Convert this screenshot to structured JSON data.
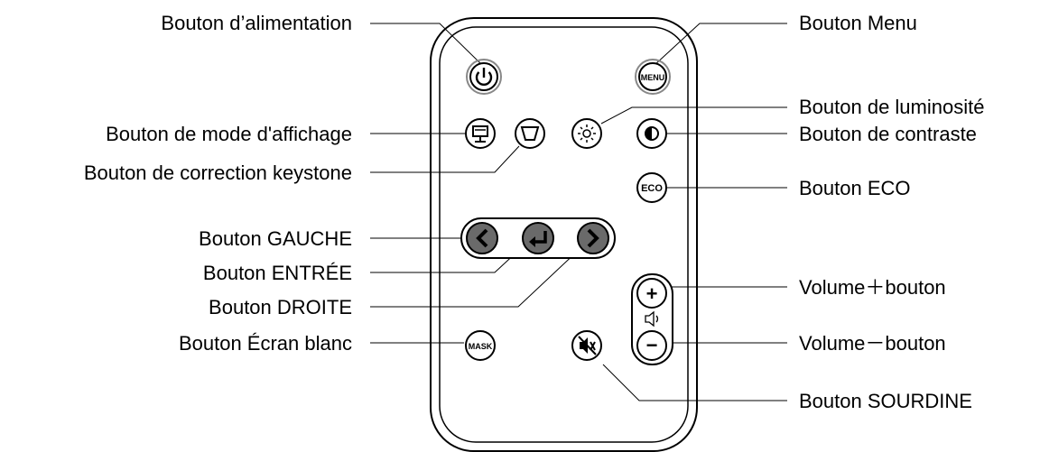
{
  "labels": {
    "power": "Bouton d’alimentation",
    "display_mode": "Bouton de mode d'affichage",
    "keystone": "Bouton de correction keystone",
    "left": "Bouton GAUCHE",
    "enter": "Bouton ENTRÉE",
    "right": "Bouton DROITE",
    "blank": "Bouton Écran blanc",
    "menu": "Bouton Menu",
    "brightness": "Bouton de luminosité",
    "contrast": "Bouton de contraste",
    "eco": "Bouton ECO",
    "vol_up": "Volume＋bouton",
    "vol_down": "Volume－bouton",
    "mute": "Bouton SOURDINE"
  },
  "buttons": {
    "menu": "MENU",
    "eco": "ECO",
    "mask": "MASK",
    "plus": "+",
    "minus": "−"
  },
  "icons": {
    "power": "power-icon",
    "display_mode": "monitor-icon",
    "keystone": "trapezoid-icon",
    "brightness": "sun-icon",
    "contrast": "half-circle-icon",
    "left": "chevron-left-icon",
    "enter": "enter-arrow-icon",
    "right": "chevron-right-icon",
    "speaker": "speaker-icon",
    "mute": "mute-icon"
  },
  "colors": {
    "line": "#000000",
    "nav_fill": "#6a6a6a",
    "ring": "#888888"
  }
}
